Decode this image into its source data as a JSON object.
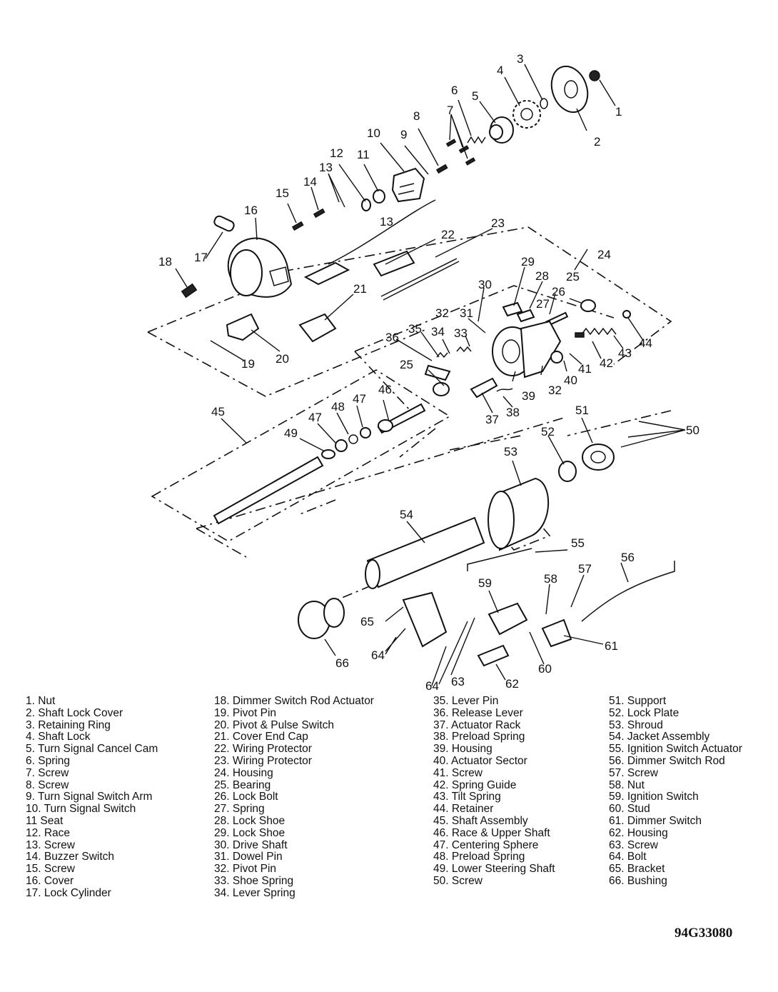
{
  "callouts": [
    "1",
    "2",
    "3",
    "4",
    "5",
    "6",
    "7",
    "8",
    "9",
    "10",
    "11",
    "12",
    "13",
    "13",
    "14",
    "15",
    "16",
    "17",
    "18",
    "19",
    "20",
    "21",
    "22",
    "23",
    "24",
    "25",
    "25",
    "26",
    "27",
    "28",
    "29",
    "30",
    "31",
    "32",
    "32",
    "33",
    "34",
    "35",
    "36",
    "37",
    "38",
    "39",
    "40",
    "41",
    "42",
    "43",
    "44",
    "45",
    "46",
    "47",
    "47",
    "48",
    "49",
    "50",
    "51",
    "52",
    "53",
    "54",
    "55",
    "56",
    "57",
    "58",
    "59",
    "60",
    "61",
    "62",
    "63",
    "64",
    "64",
    "65",
    "66"
  ],
  "legend": {
    "col1": [
      "1. Nut",
      "2. Shaft Lock Cover",
      "3. Retaining Ring",
      "4. Shaft Lock",
      "5. Turn Signal Cancel Cam",
      "6. Spring",
      "7. Screw",
      "8. Screw",
      "9. Turn Signal Switch Arm",
      "10. Turn Signal Switch",
      "11  Seat",
      "12. Race",
      "13. Screw",
      "14. Buzzer Switch",
      "15. Screw",
      "16. Cover",
      "17. Lock Cylinder"
    ],
    "col2": [
      "18. Dimmer Switch Rod Actuator",
      "19. Pivot Pin",
      "20. Pivot & Pulse Switch",
      "21. Cover End Cap",
      "22. Wiring Protector",
      "23. Wiring Protector",
      "24. Housing",
      "25. Bearing",
      "26. Lock Bolt",
      "27. Spring",
      "28. Lock Shoe",
      "29. Lock Shoe",
      "30. Drive Shaft",
      "31. Dowel Pin",
      "32. Pivot Pin",
      "33. Shoe Spring",
      "34. Lever Spring"
    ],
    "col3": [
      "35. Lever Pin",
      "36. Release Lever",
      "37. Actuator Rack",
      "38. Preload Spring",
      "39. Housing",
      "40. Actuator Sector",
      "41. Screw",
      "42. Spring Guide",
      "43. Tilt Spring",
      "44. Retainer",
      "45. Shaft Assembly",
      "46. Race & Upper Shaft",
      "47. Centering Sphere",
      "48. Preload Spring",
      "49. Lower Steering Shaft",
      "50. Screw"
    ],
    "col4": [
      "51. Support",
      "52. Lock Plate",
      "53. Shroud",
      "54. Jacket Assembly",
      "55. Ignition Switch Actuator",
      "56. Dimmer Switch Rod",
      "57. Screw",
      "58. Nut",
      "59. Ignition Switch",
      "60. Stud",
      "61. Dimmer Switch",
      "62. Housing",
      "63. Screw",
      "64. Bolt",
      "65. Bracket",
      "66. Bushing"
    ]
  },
  "figure_code": "94G33080"
}
